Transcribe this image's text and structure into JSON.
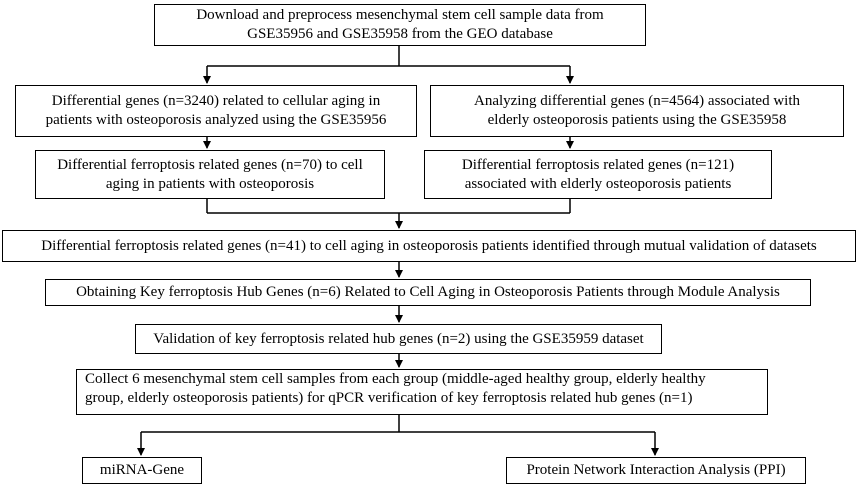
{
  "nodes": {
    "n1": [
      "Download and preprocess mesenchymal stem cell sample data from",
      "GSE35956 and GSE35958 from the GEO database"
    ],
    "n2": [
      "Differential genes (n=3240) related to cellular aging in",
      "patients with osteoporosis analyzed using the GSE35956"
    ],
    "n3": [
      "Analyzing differential genes (n=4564) associated with",
      "elderly osteoporosis patients using the GSE35958"
    ],
    "n4": [
      "Differential ferroptosis related genes (n=70) to cell",
      "aging in patients with osteoporosis"
    ],
    "n5": [
      "Differential ferroptosis related genes (n=121)",
      "associated with elderly osteoporosis patients"
    ],
    "n6": "Differential ferroptosis related genes (n=41)  to cell aging in osteoporosis patients identified through mutual validation of datasets",
    "n7": "Obtaining Key ferroptosis Hub Genes (n=6) Related to Cell Aging in Osteoporosis Patients through Module Analysis",
    "n8": "Validation of key ferroptosis related hub genes (n=2) using the GSE35959 dataset",
    "n9": [
      "Collect 6 mesenchymal stem cell samples from each group (middle-aged healthy group, elderly healthy",
      "group, elderly osteoporosis patients) for qPCR verification of key ferroptosis related hub genes (n=1)"
    ],
    "n10": "miRNA-Gene",
    "n11": "Protein Network Interaction Analysis (PPI)"
  }
}
